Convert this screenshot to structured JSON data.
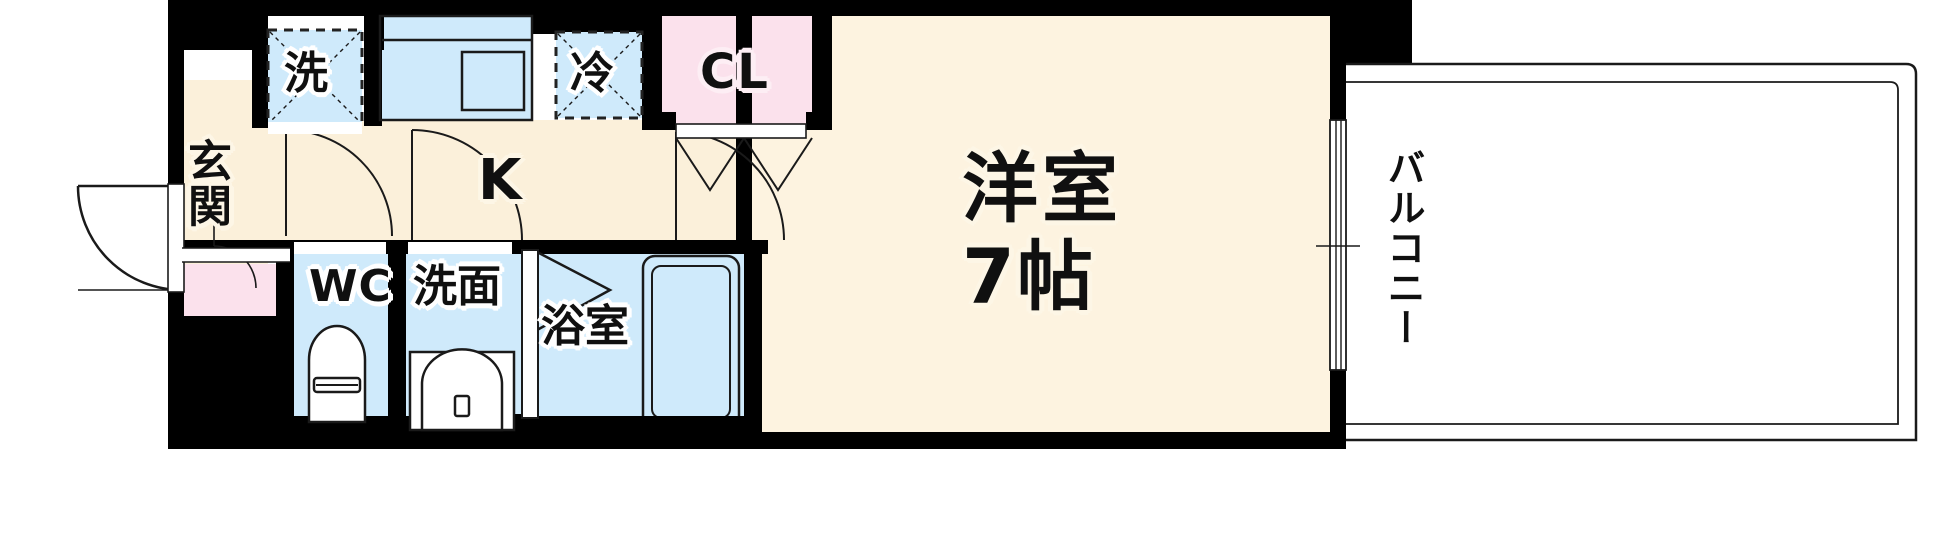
{
  "plan": {
    "type": "japanese-apartment-floorplan",
    "layout_code": "1K",
    "colors": {
      "wall": "#000000",
      "floor_tatami_room": "#fdf3e0",
      "floor_hall": "#fbf0da",
      "water_area": "#cfeafb",
      "closet": "#fbe1ec",
      "closet_cl": "#fbe1ec",
      "outline": "#1a1a1a",
      "background": "#ffffff"
    },
    "rooms": [
      {
        "key": "genkan",
        "label": "玄関",
        "meaning": "entrance",
        "fill": "#fbf0da"
      },
      {
        "key": "kitchen",
        "label": "K",
        "meaning": "kitchen",
        "fill": "#fbf0da"
      },
      {
        "key": "wc",
        "label": "WC",
        "meaning": "toilet",
        "fill": "#cfeafb"
      },
      {
        "key": "senmen",
        "label": "洗面",
        "meaning": "washbasin",
        "fill": "#cfeafb"
      },
      {
        "key": "yokushitsu",
        "label": "浴室",
        "meaning": "bathroom",
        "fill": "#cfeafb"
      },
      {
        "key": "washitsu",
        "label": "洋室",
        "meaning": "western room",
        "fill": "#fdf3e0"
      },
      {
        "key": "balcony",
        "label": "バルコニー",
        "meaning": "balcony",
        "fill": "#ffffff"
      }
    ],
    "room_size": {
      "main_room_label": "洋室",
      "main_room_area": "7帖"
    },
    "appliance_markers": [
      {
        "key": "washer",
        "label": "洗",
        "meaning": "washing machine space",
        "fill": "#cfeafb"
      },
      {
        "key": "fridge",
        "label": "冷",
        "meaning": "refrigerator space",
        "fill": "#cfeafb"
      }
    ],
    "storage": [
      {
        "key": "cl",
        "label": "CL",
        "meaning": "closet",
        "fill": "#fbe1ec"
      }
    ],
    "balcony_label": "バルコニー"
  }
}
